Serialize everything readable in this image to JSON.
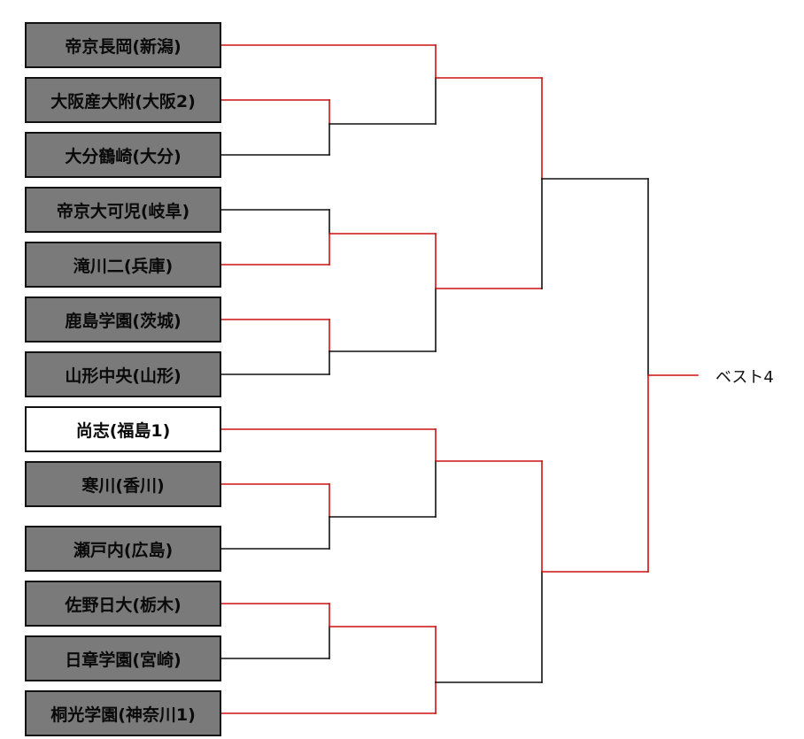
{
  "teams": [
    {
      "name": "帝京長岡(新潟)",
      "status": "eliminated"
    },
    {
      "name": "大阪産大附(大阪2)",
      "status": "eliminated"
    },
    {
      "name": "大分鶴崎(大分)",
      "status": "eliminated"
    },
    {
      "name": "帝京大可児(岐阜)",
      "status": "eliminated"
    },
    {
      "name": "滝川二(兵庫)",
      "status": "eliminated"
    },
    {
      "name": "鹿島学園(茨城)",
      "status": "eliminated"
    },
    {
      "name": "山形中央(山形)",
      "status": "eliminated"
    },
    {
      "name": "尚志(福島1)",
      "status": "active"
    },
    {
      "name": "寒川(香川)",
      "status": "eliminated"
    },
    {
      "name": "瀬戸内(広島)",
      "status": "eliminated"
    },
    {
      "name": "佐野日大(栃木)",
      "status": "eliminated"
    },
    {
      "name": "日章学園(宮崎)",
      "status": "eliminated"
    },
    {
      "name": "桐光学園(神奈川1)",
      "status": "eliminated"
    }
  ],
  "result_label": "ベスト4",
  "colors": {
    "winner_line": "#cc1111",
    "loser_line": "#111111",
    "eliminated_box": "#7a7a7a",
    "active_box": "#ffffff"
  }
}
